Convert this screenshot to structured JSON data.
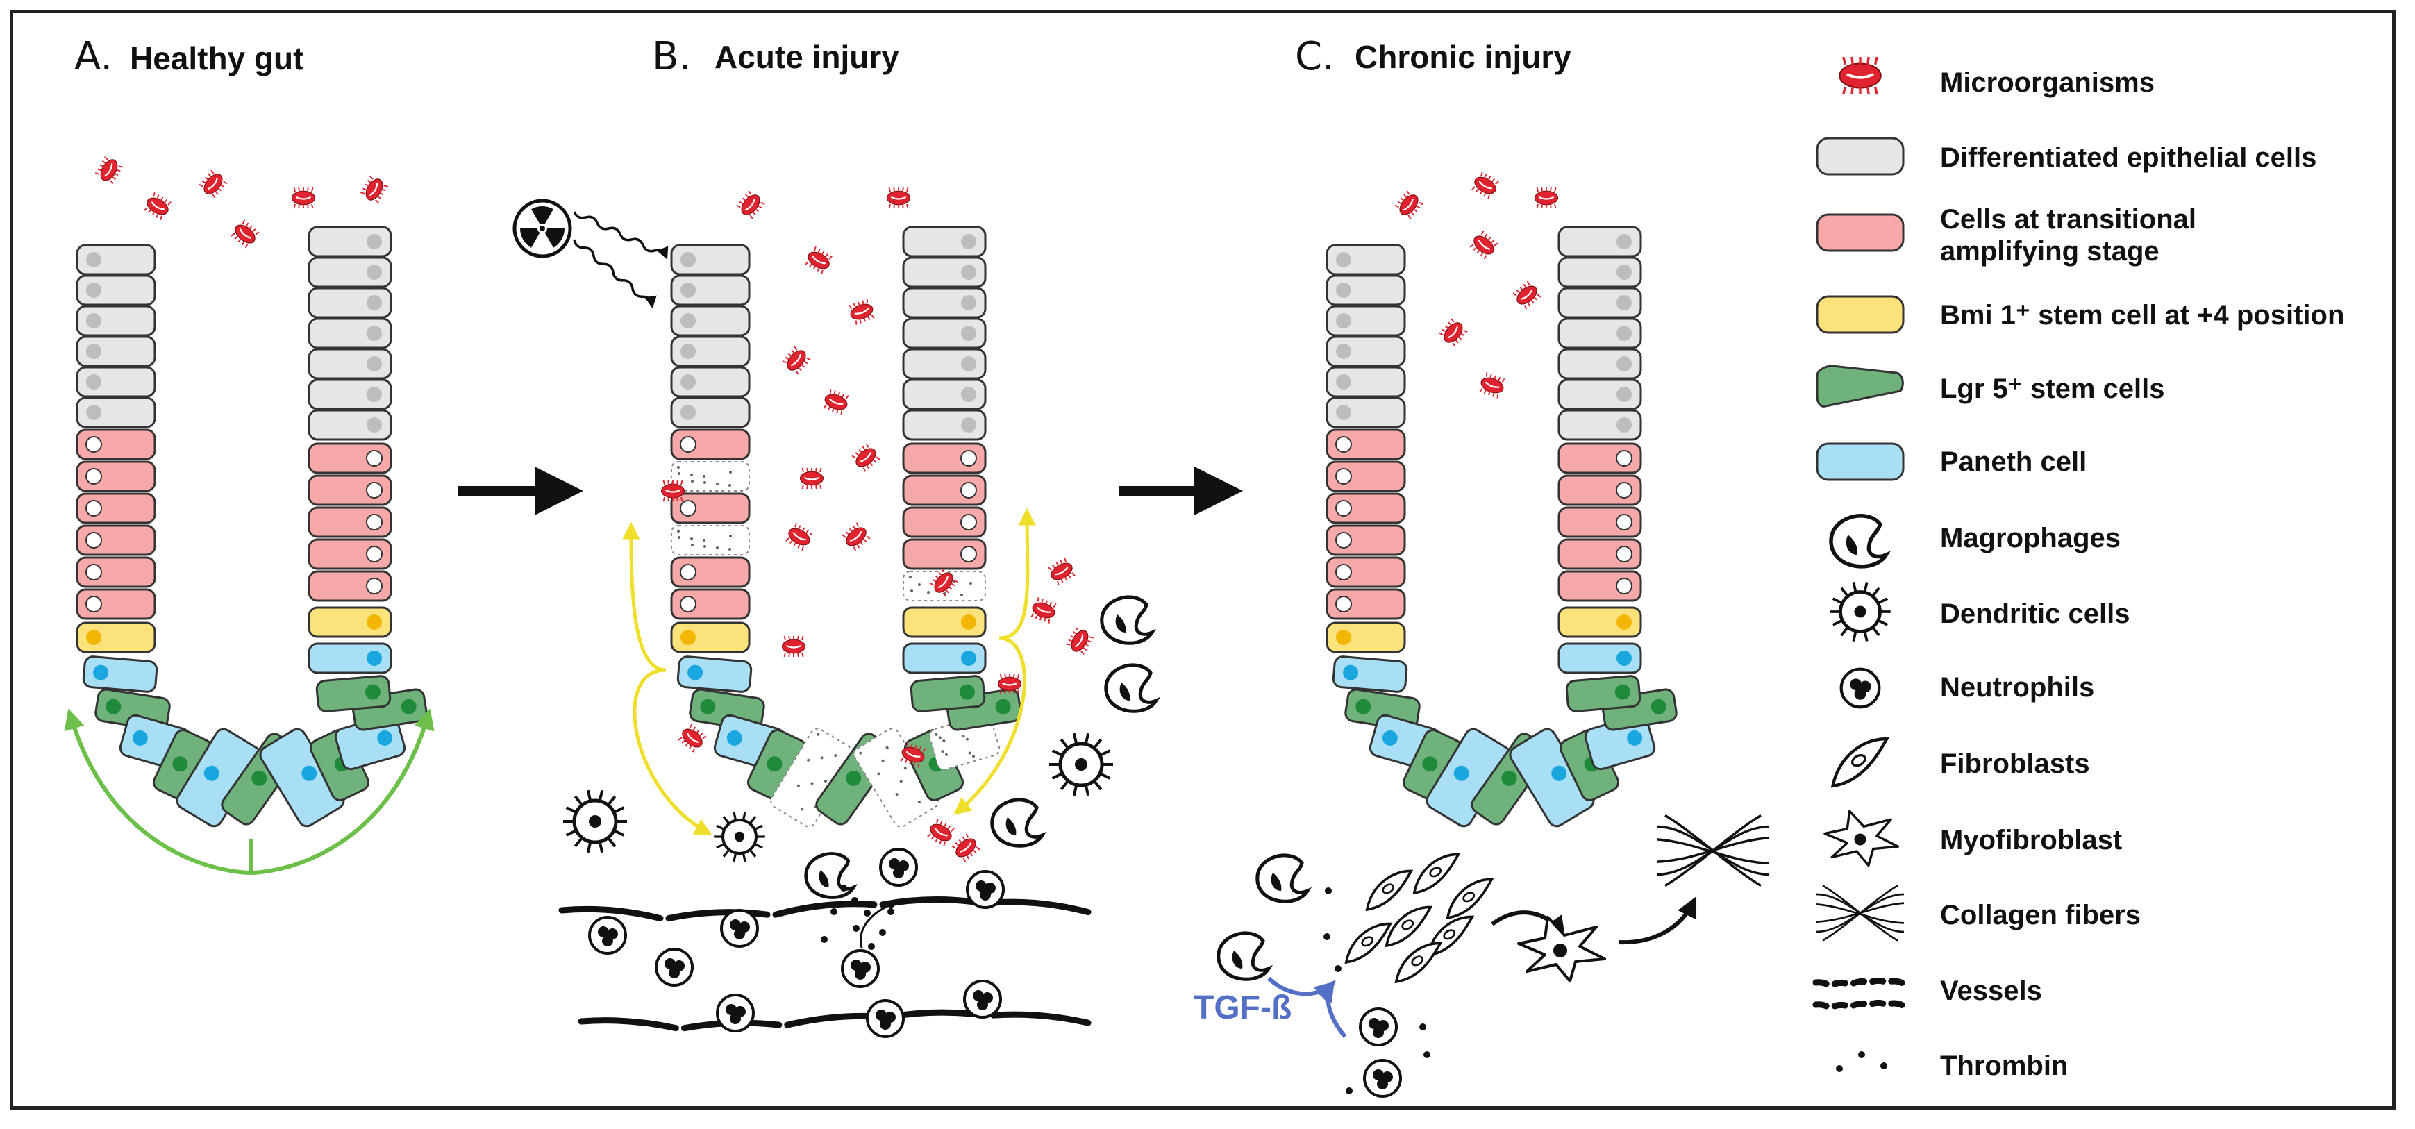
{
  "panels": [
    {
      "letter": "A.",
      "title": "Healthy gut"
    },
    {
      "letter": "B.",
      "title": "Acute injury"
    },
    {
      "letter": "C.",
      "title": "Chronic injury"
    }
  ],
  "annotation_tgf": "TGF-ß",
  "legend": [
    {
      "label": "Microorganisms"
    },
    {
      "label": "Differentiated epithelial cells"
    },
    {
      "label": "Cells at transitional amplifying stage"
    },
    {
      "label": "Bmi 1⁺ stem cell at +4 position"
    },
    {
      "label": "Lgr 5⁺ stem cells"
    },
    {
      "label": "Paneth cell"
    },
    {
      "label": "Magrophages"
    },
    {
      "label": "Dendritic cells"
    },
    {
      "label": "Neutrophils"
    },
    {
      "label": "Fibroblasts"
    },
    {
      "label": "Myofibroblast"
    },
    {
      "label": "Collagen fibers"
    },
    {
      "label": "Vessels"
    },
    {
      "label": "Thrombin"
    }
  ],
  "colors": {
    "differentiated": "#e6e6e6",
    "transitional": "#f7a8a8",
    "bmi_stem": "#fbe27a",
    "lgr5_stem": "#6fb27c",
    "paneth": "#a9dff5",
    "microbe": "#e0232e",
    "green_arrow": "#6cc04a",
    "yellow_arrow": "#f0df2a",
    "tgf_text": "#5470c6"
  }
}
